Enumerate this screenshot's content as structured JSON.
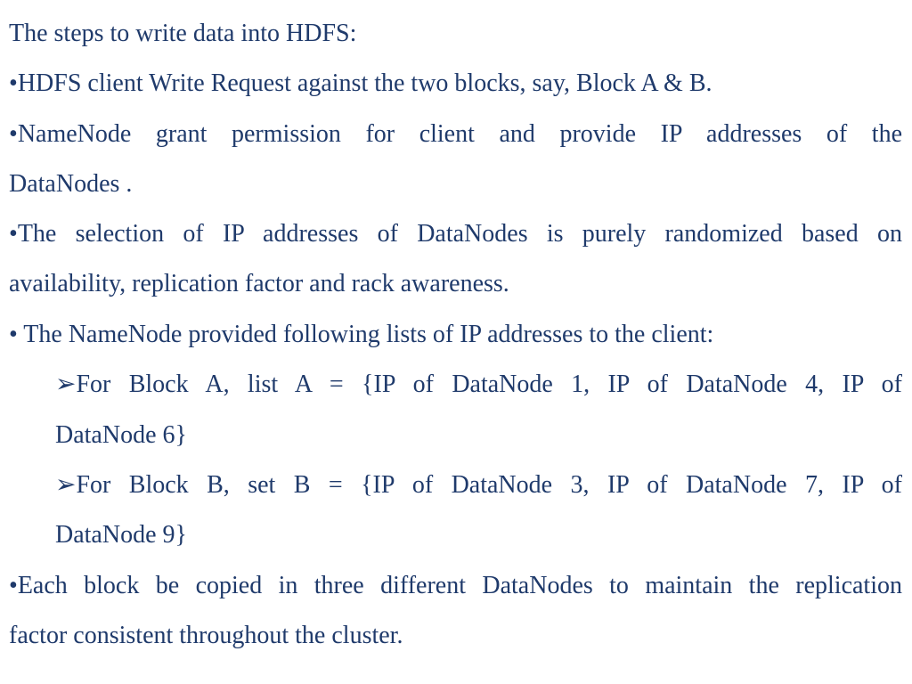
{
  "slide": {
    "heading": "The steps to write data into HDFS:",
    "bullet_char": "•",
    "arrow_char": "➢",
    "items": [
      {
        "text": "HDFS client Write Request against the two blocks, say, Block A & B."
      },
      {
        "line1": "NameNode  grant permission for client and provide IP addresses of the",
        "line2": "DataNodes ."
      },
      {
        "line1": "The selection of IP addresses of DataNodes is purely randomized based on",
        "line2": "availability, replication factor and rack awareness."
      },
      {
        "text": " The NameNode provided following lists of IP addresses to the client:"
      },
      {
        "line1": "For Block A, list A = {IP of DataNode 1, IP of DataNode 4, IP of",
        "line2": "DataNode 6}"
      },
      {
        "line1": "For Block B, set B = {IP of DataNode 3, IP of DataNode 7, IP of",
        "line2": "DataNode 9}"
      },
      {
        "line1": "Each block be copied in three different DataNodes to maintain the replication",
        "line2": "factor consistent throughout the cluster."
      }
    ]
  }
}
